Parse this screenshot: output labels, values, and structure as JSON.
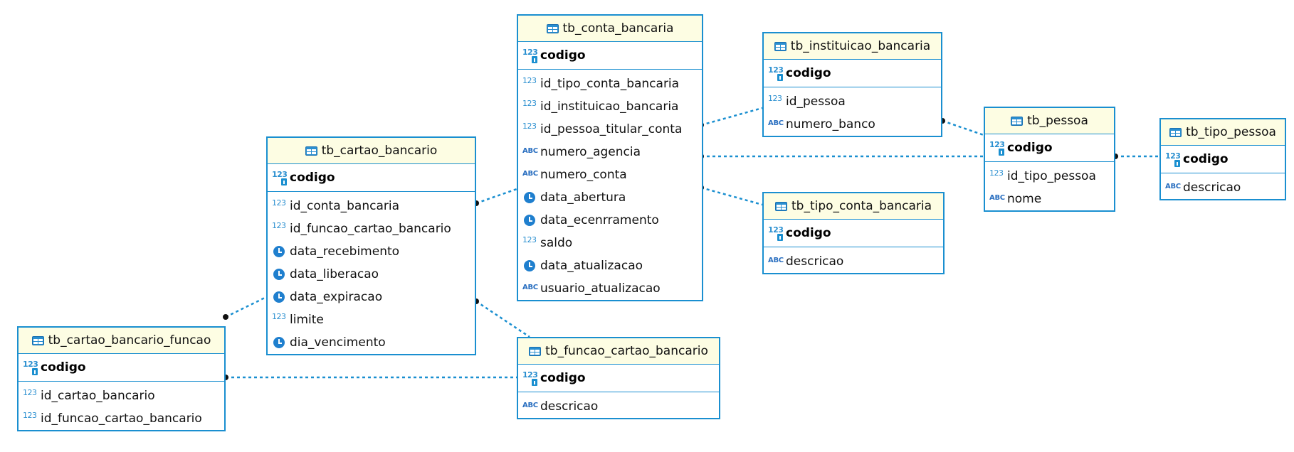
{
  "entities": {
    "tb_conta_bancaria": {
      "name": "tb_conta_bancaria",
      "pk": "codigo",
      "columns": [
        {
          "name": "id_tipo_conta_bancaria",
          "type": "123"
        },
        {
          "name": "id_instituicao_bancaria",
          "type": "123"
        },
        {
          "name": "id_pessoa_titular_conta",
          "type": "123"
        },
        {
          "name": "numero_agencia",
          "type": "ABC"
        },
        {
          "name": "numero_conta",
          "type": "ABC"
        },
        {
          "name": "data_abertura",
          "type": "date"
        },
        {
          "name": "data_ecenrramento",
          "type": "date"
        },
        {
          "name": "saldo",
          "type": "123"
        },
        {
          "name": "data_atualizacao",
          "type": "date"
        },
        {
          "name": "usuario_atualizacao",
          "type": "ABC"
        }
      ]
    },
    "tb_instituicao_bancaria": {
      "name": "tb_instituicao_bancaria",
      "pk": "codigo",
      "columns": [
        {
          "name": "id_pessoa",
          "type": "123"
        },
        {
          "name": "numero_banco",
          "type": "ABC"
        }
      ]
    },
    "tb_pessoa": {
      "name": "tb_pessoa",
      "pk": "codigo",
      "columns": [
        {
          "name": "id_tipo_pessoa",
          "type": "123"
        },
        {
          "name": "nome",
          "type": "ABC"
        }
      ]
    },
    "tb_tipo_pessoa": {
      "name": "tb_tipo_pessoa",
      "pk": "codigo",
      "columns": [
        {
          "name": "descricao",
          "type": "ABC"
        }
      ]
    },
    "tb_tipo_conta_bancaria": {
      "name": "tb_tipo_conta_bancaria",
      "pk": "codigo",
      "columns": [
        {
          "name": "descricao",
          "type": "ABC"
        }
      ]
    },
    "tb_cartao_bancario": {
      "name": "tb_cartao_bancario",
      "pk": "codigo",
      "columns": [
        {
          "name": "id_conta_bancaria",
          "type": "123"
        },
        {
          "name": "id_funcao_cartao_bancario",
          "type": "123"
        },
        {
          "name": "data_recebimento",
          "type": "date"
        },
        {
          "name": "data_liberacao",
          "type": "date"
        },
        {
          "name": "data_expiracao",
          "type": "date"
        },
        {
          "name": "limite",
          "type": "123"
        },
        {
          "name": "dia_vencimento",
          "type": "date"
        }
      ]
    },
    "tb_funcao_cartao_bancario": {
      "name": "tb_funcao_cartao_bancario",
      "pk": "codigo",
      "columns": [
        {
          "name": "descricao",
          "type": "ABC"
        }
      ]
    },
    "tb_cartao_bancario_funcao": {
      "name": "tb_cartao_bancario_funcao",
      "pk": "codigo",
      "columns": [
        {
          "name": "id_cartao_bancario",
          "type": "123"
        },
        {
          "name": "id_funcao_cartao_bancario",
          "type": "123"
        }
      ]
    }
  },
  "relationships": [
    {
      "from": "tb_conta_bancaria",
      "to": "tb_instituicao_bancaria"
    },
    {
      "from": "tb_conta_bancaria",
      "to": "tb_pessoa"
    },
    {
      "from": "tb_conta_bancaria",
      "to": "tb_tipo_conta_bancaria"
    },
    {
      "from": "tb_cartao_bancario",
      "to": "tb_conta_bancaria"
    },
    {
      "from": "tb_instituicao_bancaria",
      "to": "tb_pessoa"
    },
    {
      "from": "tb_pessoa",
      "to": "tb_tipo_pessoa"
    },
    {
      "from": "tb_cartao_bancario",
      "to": "tb_funcao_cartao_bancario"
    },
    {
      "from": "tb_cartao_bancario_funcao",
      "to": "tb_cartao_bancario"
    },
    {
      "from": "tb_cartao_bancario_funcao",
      "to": "tb_funcao_cartao_bancario"
    }
  ],
  "icons": {
    "table": "table-icon",
    "primary_key": "primary-key-icon",
    "numeric": "numeric-type-icon",
    "text": "text-type-icon",
    "date": "date-type-icon"
  },
  "colors": {
    "border": "#1a8fd0",
    "header_bg": "#fdfde3",
    "link": "#1a8fd0"
  }
}
